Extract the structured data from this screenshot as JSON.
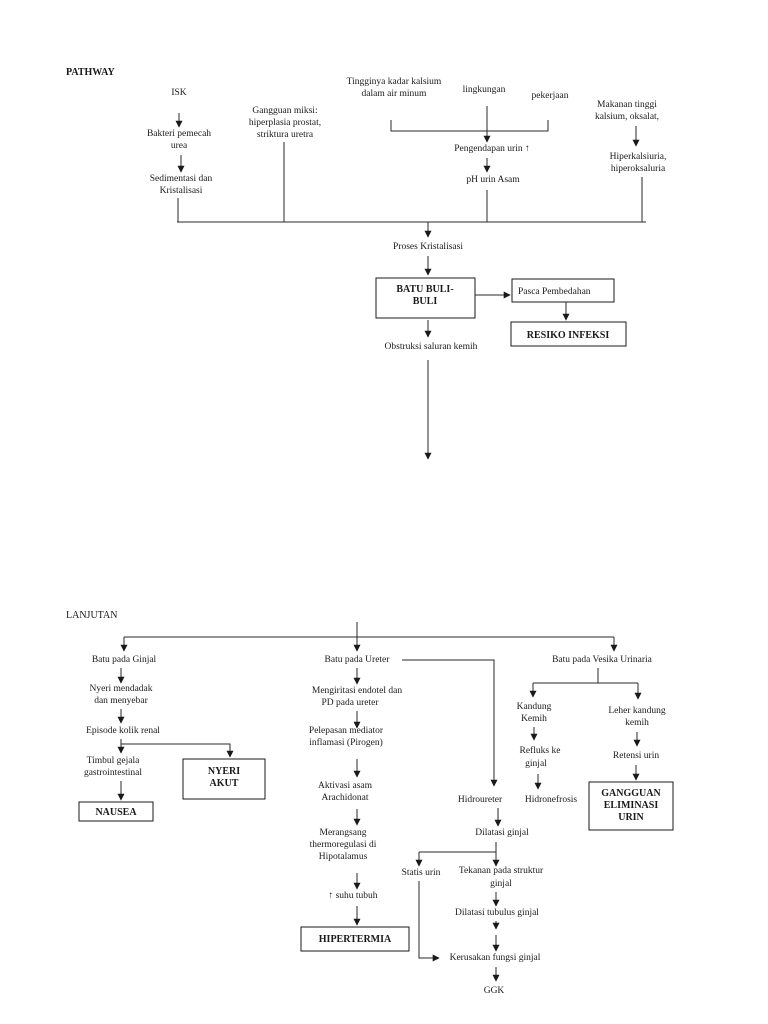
{
  "headings": {
    "pathway": "PATHWAY",
    "lanjutan": "LANJUTAN"
  },
  "nodes": {
    "isk": "ISK",
    "bakteri_l1": "Bakteri pemecah",
    "bakteri_l2": "urea",
    "sedimentasi_l1": "Sedimentasi dan",
    "sedimentasi_l2": "Kristalisasi",
    "gangguan_miksi_l1": "Gangguan miksi:",
    "gangguan_miksi_l2": "hiperplasia prostat,",
    "gangguan_miksi_l3": "striktura uretra",
    "kalsium_air_l1": "Tingginya kadar kalsium",
    "kalsium_air_l2": "dalam air minum",
    "lingkungan": "lingkungan",
    "pekerjaan": "pekerjaan",
    "pengendapan": "Pengendapan urin ↑",
    "ph_urin": "pH urin Asam",
    "makanan_l1": "Makanan tinggi",
    "makanan_l2": "kalsium, oksalat,",
    "hiperkalsiuria_l1": "Hiperkalsiuria,",
    "hiperkalsiuria_l2": "hiperoksaluria",
    "proses_kristalisasi": "Proses Kristalisasi",
    "batu_buli_l1": "BATU BULI-",
    "batu_buli_l2": "BULI",
    "pasca_pembedahan": "Pasca Pembedahan",
    "resiko_infeksi": "RESIKO INFEKSI",
    "obstruksi": "Obstruksi saluran kemih",
    "batu_ginjal": "Batu pada Ginjal",
    "batu_ureter": "Batu pada Ureter",
    "batu_vesika": "Batu pada Vesika Urinaria",
    "nyeri_mendadak_l1": "Nyeri mendadak",
    "nyeri_mendadak_l2": "dan menyebar",
    "episode_kolik": "Episode kolik renal",
    "timbul_gejala_l1": "Timbul gejala",
    "timbul_gejala_l2": "gastrointestinal",
    "nyeri_akut_l1": "NYERI",
    "nyeri_akut_l2": "AKUT",
    "nausea": "NAUSEA",
    "mengiritasi_l1": "Mengiritasi endotel dan",
    "mengiritasi_l2": "PD pada ureter",
    "pelepasan_l1": "Pelepasan mediator",
    "pelepasan_l2": "inflamasi (Pirogen)",
    "aktivasi_l1": "Aktivasi asam",
    "aktivasi_l2": "Arachidonat",
    "merangsang_l1": "Merangsang",
    "merangsang_l2": "thermoregulasi di",
    "merangsang_l3": "Hipotalamus",
    "suhu_tubuh": "↑ suhu tubuh",
    "hipertermia": "HIPERTERMIA",
    "kandung_kemih_l1": "Kandung",
    "kandung_kemih_l2": "Kemih",
    "leher_kandung_l1": "Leher kandung",
    "leher_kandung_l2": "kemih",
    "refluks_l1": "Refluks ke",
    "refluks_l2": "ginjal",
    "retensi_urin": "Retensi urin",
    "gangguan_eliminasi_l1": "GANGGUAN",
    "gangguan_eliminasi_l2": "ELIMINASI",
    "gangguan_eliminasi_l3": "URIN",
    "hidroureter": "Hidroureter",
    "hidronefrosis": "Hidronefrosis",
    "dilatasi_ginjal": "Dilatasi ginjal",
    "statis_urin": "Statis urin",
    "tekanan_l1": "Tekanan pada struktur",
    "tekanan_l2": "ginjal",
    "dilatasi_tubulus": "Dilatasi tubulus ginjal",
    "kerusakan_fungsi": "Kerusakan fungsi ginjal",
    "ggk": "GGK"
  }
}
